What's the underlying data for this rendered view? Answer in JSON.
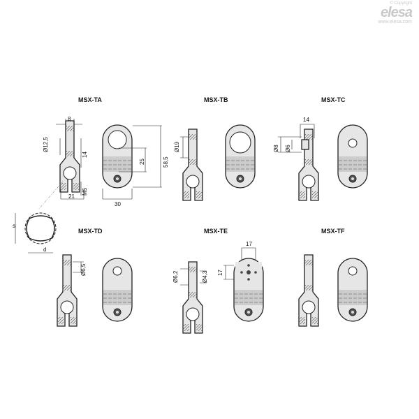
{
  "watermark": {
    "copyright": "© Copyright",
    "brand": "elesa",
    "url": "www.elesa.com"
  },
  "variants": [
    {
      "code": "MSX-TA"
    },
    {
      "code": "MSX-TB"
    },
    {
      "code": "MSX-TC"
    },
    {
      "code": "MSX-TD"
    },
    {
      "code": "MSX-TE"
    },
    {
      "code": "MSX-TF"
    }
  ],
  "dims": {
    "ta": {
      "w": "8",
      "dia": "Ø12,5",
      "h14": "14",
      "m5": "M5",
      "w21": "21",
      "w30": "30",
      "h25": "25",
      "h585": "58,5"
    },
    "tb": {
      "dia": "Ø19"
    },
    "tc": {
      "w14": "14",
      "d8": "Ø8",
      "d6": "Ø6"
    },
    "td": {
      "dia": "Ø6,5"
    },
    "te": {
      "w17": "17",
      "h17": "17",
      "d62": "Ø6,2",
      "d43": "Ø4,3"
    },
    "section": {
      "s": "s",
      "d": "d"
    }
  }
}
